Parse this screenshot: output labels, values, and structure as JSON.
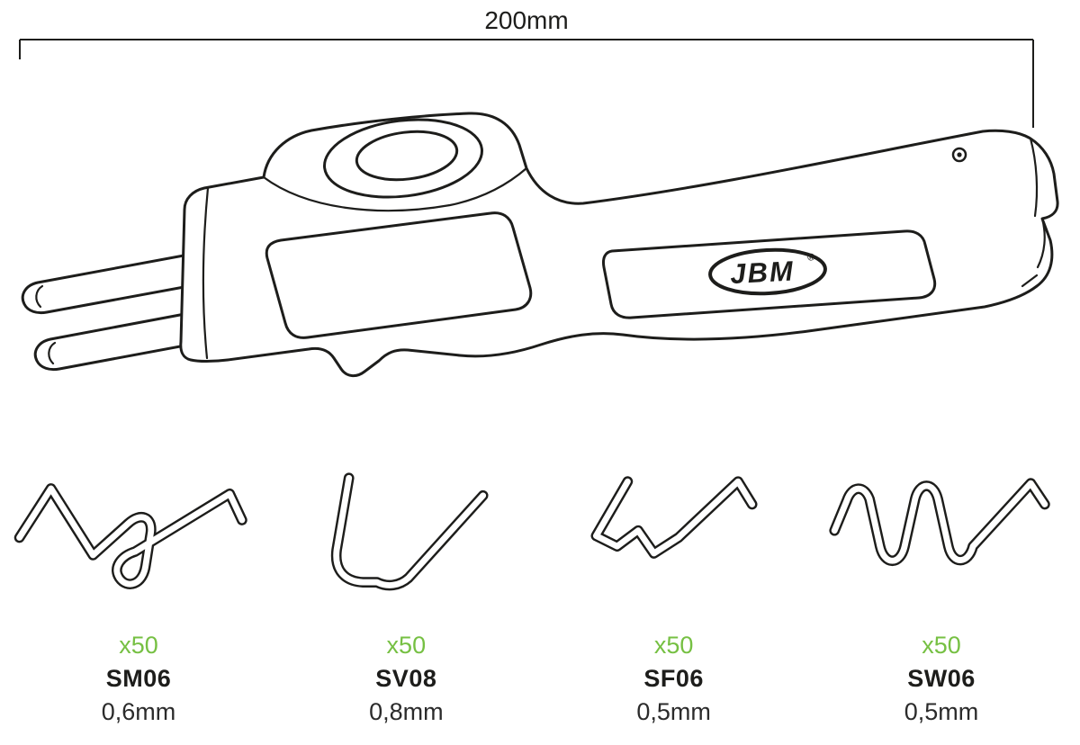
{
  "dimension": {
    "label": "200mm"
  },
  "tool": {
    "logo": "JBM",
    "logo_mark": "®"
  },
  "colors": {
    "accent_green": "#76c043",
    "line": "#1d1d1b"
  },
  "staples": {
    "items": [
      {
        "quantity": "x50",
        "code": "SM06",
        "diameter": "0,6mm"
      },
      {
        "quantity": "x50",
        "code": "SV08",
        "diameter": "0,8mm"
      },
      {
        "quantity": "x50",
        "code": "SF06",
        "diameter": "0,5mm"
      },
      {
        "quantity": "x50",
        "code": "SW06",
        "diameter": "0,5mm"
      }
    ]
  }
}
